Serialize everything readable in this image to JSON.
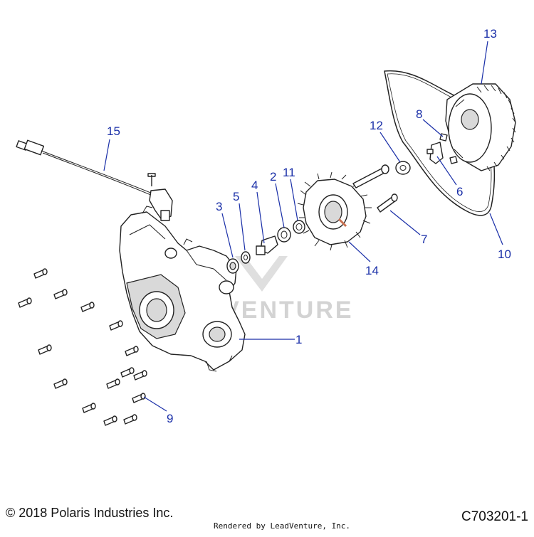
{
  "footer": {
    "copyright": "© 2018 Polaris Industries Inc.",
    "drawing_id": "C703201-1",
    "rendered_by": "Rendered by LeadVenture, Inc."
  },
  "watermark": {
    "text": "ADVENTURE"
  },
  "callouts": {
    "c1": "1",
    "c2": "2",
    "c3": "3",
    "c4": "4",
    "c5": "5",
    "c6": "6",
    "c7": "7",
    "c8": "8",
    "c9": "9",
    "c10": "10",
    "c11": "11",
    "c12": "12",
    "c13": "13",
    "c14": "14",
    "c15": "15"
  },
  "colors": {
    "callout": "#1a2fa8",
    "linework": "#222222",
    "watermark": "#cfcfcf"
  }
}
